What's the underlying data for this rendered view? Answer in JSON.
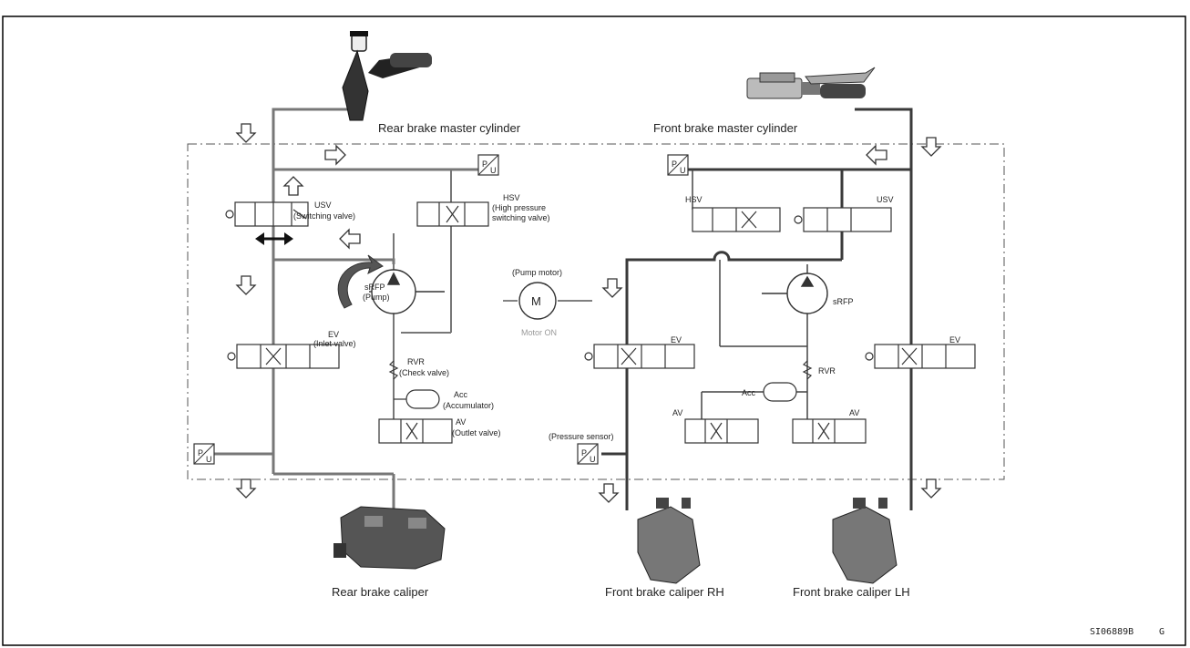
{
  "labels": {
    "rear_master": "Rear brake master cylinder",
    "front_master": "Front brake master cylinder",
    "rear_caliper": "Rear brake caliper",
    "front_caliper_rh": "Front brake caliper RH",
    "front_caliper_lh": "Front brake caliper LH",
    "usv_left_1": "USV",
    "usv_left_2": "(Switching valve)",
    "hsv_left_1": "HSV",
    "hsv_left_2": "(High pressure",
    "hsv_left_3": "switching valve)",
    "srfp_left_1": "sRFP",
    "srfp_left_2": "(Pump)",
    "ev_left_1": "EV",
    "ev_left_2": "(Inlet valve)",
    "rvr_left_1": "RVR",
    "rvr_left_2": "(Check valve)",
    "acc_left_1": "Acc",
    "acc_left_2": "(Accumulator)",
    "av_left_1": "AV",
    "av_left_2": "(Outlet valve)",
    "pump_motor": "(Pump motor)",
    "motor_letter": "M",
    "motor_on": "Motor ON",
    "hsv_right": "HSV",
    "usv_right": "USV",
    "srfp_right": "sRFP",
    "ev_right_a": "EV",
    "ev_right_b": "EV",
    "rvr_right": "RVR",
    "acc_right": "Acc",
    "av_right_a": "AV",
    "av_right_b": "AV",
    "pressure_sensor": "(Pressure sensor)",
    "sensor_p": "P",
    "sensor_u": "U",
    "code": "SI06889B",
    "code_suffix": "G"
  },
  "colors": {
    "line_dark": "#3a3a3a",
    "line_gray": "#777777",
    "arrow_fill": "#ffffff",
    "motor_on_text": "#999999"
  }
}
